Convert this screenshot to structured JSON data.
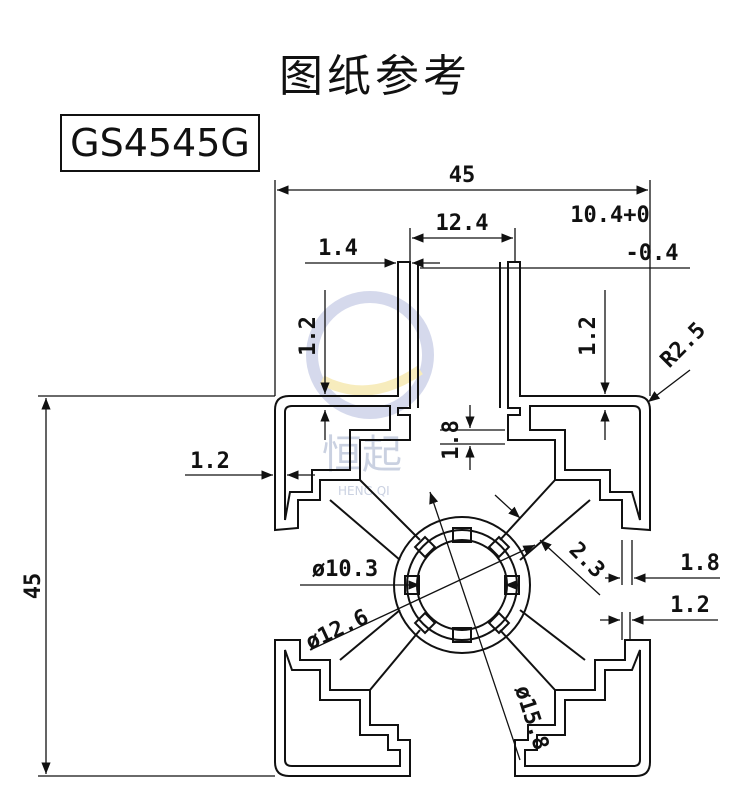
{
  "title": "图纸参考",
  "model": "GS4545G",
  "watermark": {
    "cn": "恒起",
    "en": "HENG QI",
    "colors": [
      "#c8cde6",
      "#f5e6a8"
    ]
  },
  "dimensions": {
    "overall_width": "45",
    "overall_height": "45",
    "slot_width": "12.4",
    "slot_lip": "1.4",
    "slot_depth_main": "10.4+0",
    "slot_depth_tol": "-0.4",
    "wall_top_left": "1.2",
    "wall_top_right": "1.2",
    "wall_left": "1.2",
    "corner_radius": "R2.5",
    "center_slot": "1.8",
    "arm_thickness": "2.3",
    "rib_1": "1.8",
    "rib_2": "1.2",
    "bore": "ø10.3",
    "ring_inner": "ø12.6",
    "ring_outer": "ø15.8"
  }
}
